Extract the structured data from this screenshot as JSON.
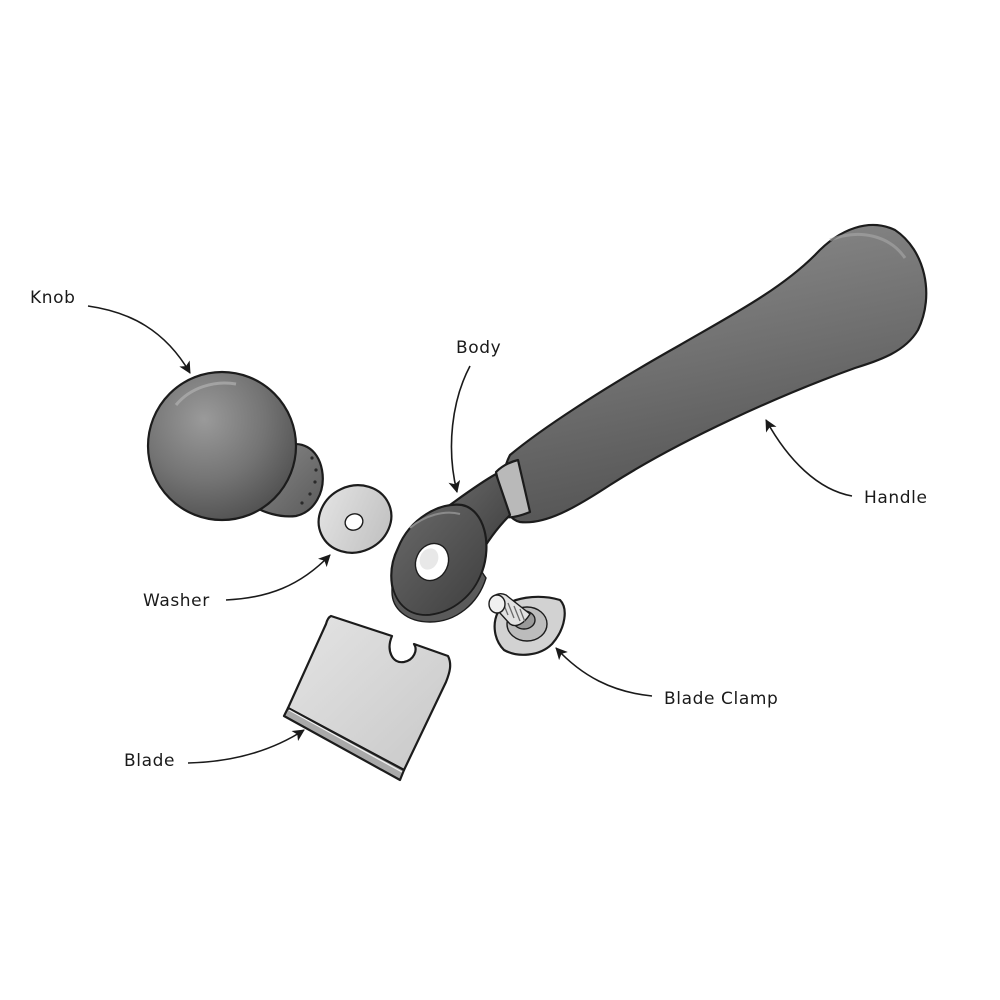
{
  "diagram": {
    "parts": [
      {
        "id": "knob",
        "label": "Knob"
      },
      {
        "id": "body",
        "label": "Body"
      },
      {
        "id": "handle",
        "label": "Handle"
      },
      {
        "id": "washer",
        "label": "Washer"
      },
      {
        "id": "blade_clamp",
        "label": "Blade Clamp"
      },
      {
        "id": "blade",
        "label": "Blade"
      }
    ]
  },
  "colors": {
    "part_dark": "#4a4a4a",
    "part_mid": "#7c7c7c",
    "part_light": "#d6d6d6",
    "outline": "#1c1c1c",
    "background": "#ffffff"
  }
}
